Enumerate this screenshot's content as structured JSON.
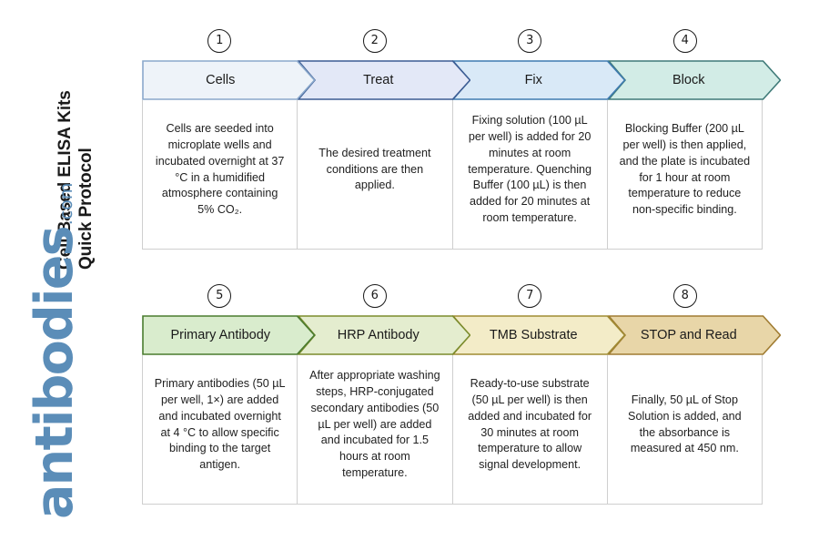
{
  "document": {
    "title_line1": "Cell Based ELISA Kits",
    "title_line2": "Quick Protocol",
    "title": "Cell Based ELISA Kits\nQuick Protocol"
  },
  "brand": {
    "name": "antibodies",
    "tld": ".com",
    "color": "#5b8db8"
  },
  "rows": [
    {
      "id": "row-1",
      "steps": [
        {
          "number": "1",
          "label": "Cells",
          "fill": "#eef3f9",
          "stroke": "#8aa8cc",
          "body": "Cells are seeded into microplate wells and incubated overnight at 37 °C in a humidified atmosphere containing 5% CO₂."
        },
        {
          "number": "2",
          "label": "Treat",
          "fill": "#e3e8f7",
          "stroke": "#3c5c93",
          "body": "The desired treatment conditions are then applied."
        },
        {
          "number": "3",
          "label": "Fix",
          "fill": "#d9e9f7",
          "stroke": "#3f7bb0",
          "body": "Fixing solution (100 µL per well) is added for 20 minutes at room temperature. Quenching Buffer (100 µL) is then added for 20 minutes at room temperature."
        },
        {
          "number": "4",
          "label": "Block",
          "fill": "#d2ece6",
          "stroke": "#3f7a78",
          "body": "Blocking Buffer (200 µL per well) is then applied, and the plate is incubated for 1 hour at room temperature to reduce non-specific binding."
        }
      ]
    },
    {
      "id": "row-2",
      "steps": [
        {
          "number": "5",
          "label": "Primary Antibody",
          "fill": "#d9eccd",
          "stroke": "#4a7c2f",
          "body": "Primary antibodies (50 µL per well, 1×) are added and incubated overnight at 4 °C to allow specific binding to the target antigen."
        },
        {
          "number": "6",
          "label": "HRP Antibody",
          "fill": "#e4edcf",
          "stroke": "#7b8c2d",
          "body": "After appropriate washing steps, HRP-conjugated secondary antibodies (50 µL per well) are added and incubated for 1.5 hours at room temperature."
        },
        {
          "number": "7",
          "label": "TMB Substrate",
          "fill": "#f3ecc8",
          "stroke": "#a08b33",
          "body": "Ready-to-use substrate (50 µL per well) is then added and incubated for 30 minutes at room temperature to allow signal development."
        },
        {
          "number": "8",
          "label": "STOP and Read",
          "fill": "#e8d6a8",
          "stroke": "#a07c32",
          "body": "Finally, 50 µL of Stop Solution is added, and the absorbance is measured at 450 nm."
        }
      ]
    }
  ]
}
